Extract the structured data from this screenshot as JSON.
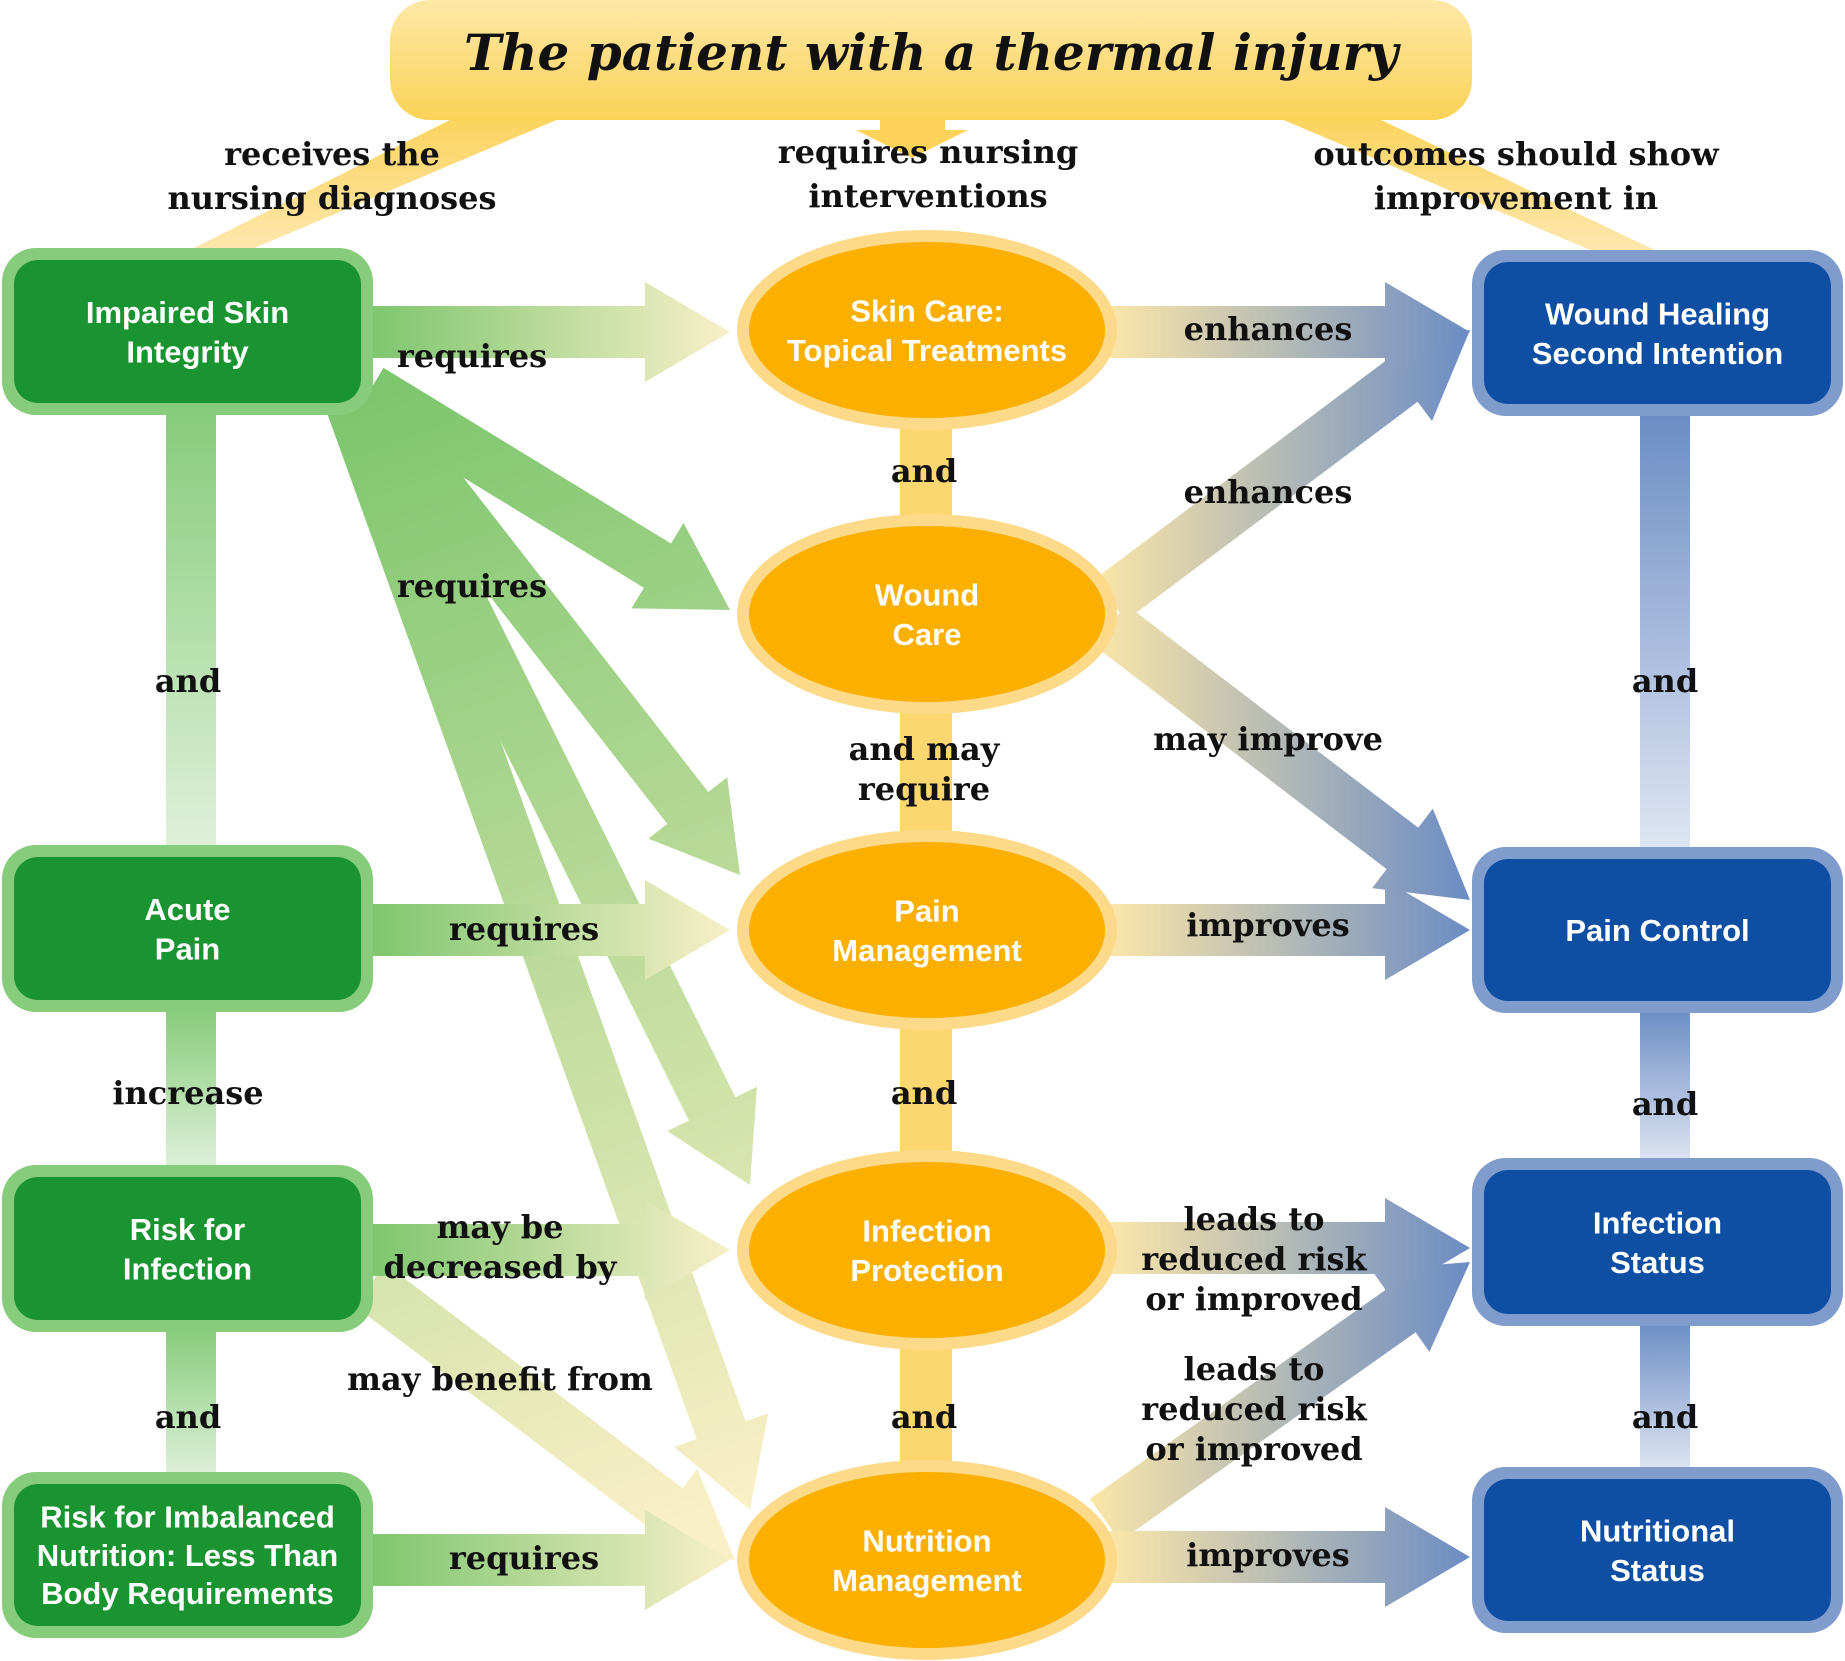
{
  "title": "The patient with a thermal injury",
  "column_headers": {
    "diagnoses": [
      "receives the",
      "nursing diagnoses"
    ],
    "interventions": [
      "requires nursing",
      "interventions"
    ],
    "outcomes": [
      "outcomes should show",
      "improvement in"
    ]
  },
  "colors": {
    "diagnosis_fill": "#1a9431",
    "diagnosis_border": "#86cc7a",
    "intervention_fill": "#fbb000",
    "intervention_border": "#fdd98a",
    "outcome_fill": "#0f4fa3",
    "outcome_border": "#7f9ccc",
    "banner": "#fcd770"
  },
  "diagnoses": [
    {
      "id": "impaired-skin",
      "lines": [
        "Impaired Skin",
        "Integrity"
      ]
    },
    {
      "id": "acute-pain",
      "lines": [
        "Acute",
        "Pain"
      ]
    },
    {
      "id": "risk-infection",
      "lines": [
        "Risk for",
        "Infection"
      ]
    },
    {
      "id": "risk-nutrition",
      "lines": [
        "Risk for Imbalanced",
        "Nutrition: Less Than",
        "Body Requirements"
      ]
    }
  ],
  "interventions": [
    {
      "id": "skin-care",
      "lines": [
        "Skin Care:",
        "Topical Treatments"
      ]
    },
    {
      "id": "wound-care",
      "lines": [
        "Wound",
        "Care"
      ]
    },
    {
      "id": "pain-management",
      "lines": [
        "Pain",
        "Management"
      ]
    },
    {
      "id": "infection-protection",
      "lines": [
        "Infection",
        "Protection"
      ]
    },
    {
      "id": "nutrition-management",
      "lines": [
        "Nutrition",
        "Management"
      ]
    }
  ],
  "outcomes": [
    {
      "id": "wound-healing",
      "lines": [
        "Wound Healing",
        "Second Intention"
      ]
    },
    {
      "id": "pain-control",
      "lines": [
        "Pain Control"
      ]
    },
    {
      "id": "infection-status",
      "lines": [
        "Infection",
        "Status"
      ]
    },
    {
      "id": "nutritional-status",
      "lines": [
        "Nutritional",
        "Status"
      ]
    }
  ],
  "diagnosis_links": [
    {
      "lines": [
        "and"
      ]
    },
    {
      "lines": [
        "increase"
      ]
    },
    {
      "lines": [
        "and"
      ]
    }
  ],
  "intervention_links": [
    {
      "lines": [
        "and"
      ]
    },
    {
      "lines": [
        "and may",
        "require"
      ]
    },
    {
      "lines": [
        "and"
      ]
    },
    {
      "lines": [
        "and"
      ]
    }
  ],
  "outcome_links": [
    {
      "lines": [
        "and"
      ]
    },
    {
      "lines": [
        "and"
      ]
    },
    {
      "lines": [
        "and"
      ]
    }
  ],
  "edge_labels": {
    "skin_requires_1": [
      "requires"
    ],
    "skin_requires_2": [
      "requires"
    ],
    "pain_requires": [
      "requires"
    ],
    "infection_decreased": [
      "may be",
      "decreased by"
    ],
    "infection_benefit": [
      "may benefit from"
    ],
    "nutrition_requires": [
      "requires"
    ],
    "skin_enhances": [
      "enhances"
    ],
    "wound_enhances": [
      "enhances"
    ],
    "wound_may_improve": [
      "may improve"
    ],
    "pain_improves": [
      "improves"
    ],
    "infection_leads": [
      "leads to",
      "reduced risk",
      "or improved"
    ],
    "nutrition_leads": [
      "leads to",
      "reduced risk",
      "or improved"
    ],
    "nutrition_improves": [
      "improves"
    ]
  }
}
